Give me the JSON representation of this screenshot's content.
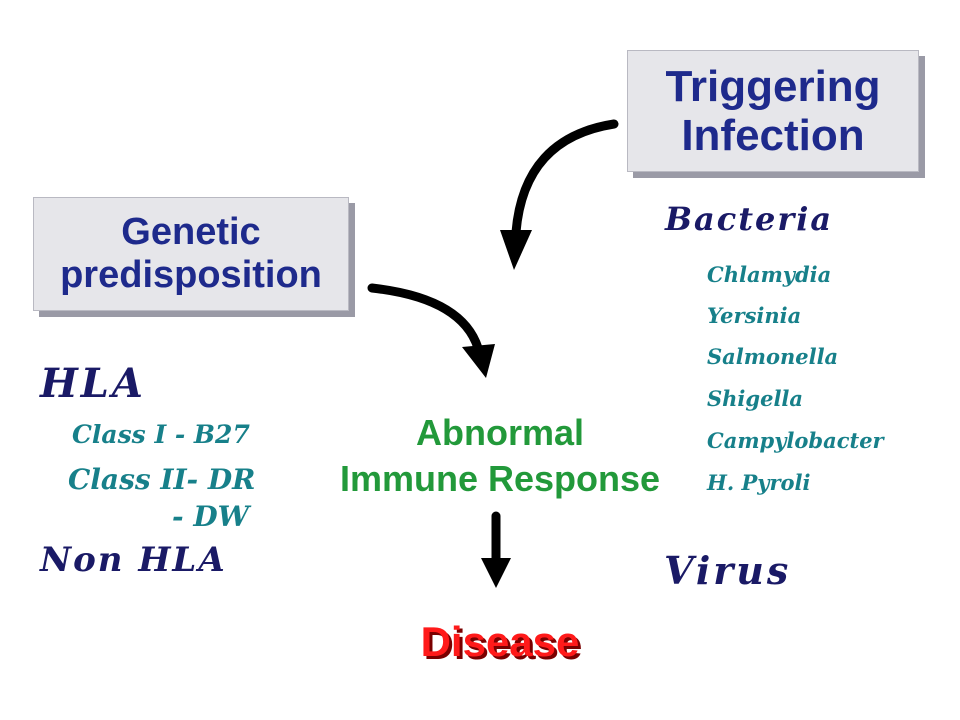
{
  "nodes": {
    "trigger": {
      "line1": "Triggering",
      "line2": "Infection"
    },
    "genetic": {
      "line1": "Genetic",
      "line2": "predisposition"
    },
    "abnormal": {
      "line1": "Abnormal",
      "line2": "Immune Response"
    },
    "disease": "Disease"
  },
  "hla": {
    "heading": "HLA",
    "class1": "Class I - B27",
    "class2": "Class II- DR",
    "class2b": "- DW",
    "non_hla": "Non HLA"
  },
  "infections": {
    "bacteria_heading": "Bacteria",
    "bacteria": [
      "Chlamydia",
      "Yersinia",
      "Salmonella",
      "Shigella",
      "Campylobacter",
      "H. Pyroli"
    ],
    "virus_heading": "Virus"
  },
  "colors": {
    "box_text": "#1e2a8c",
    "center_text": "#22993a",
    "disease": "#ff1a1a",
    "script_navy": "#1a1a66",
    "script_teal": "#17808a"
  }
}
